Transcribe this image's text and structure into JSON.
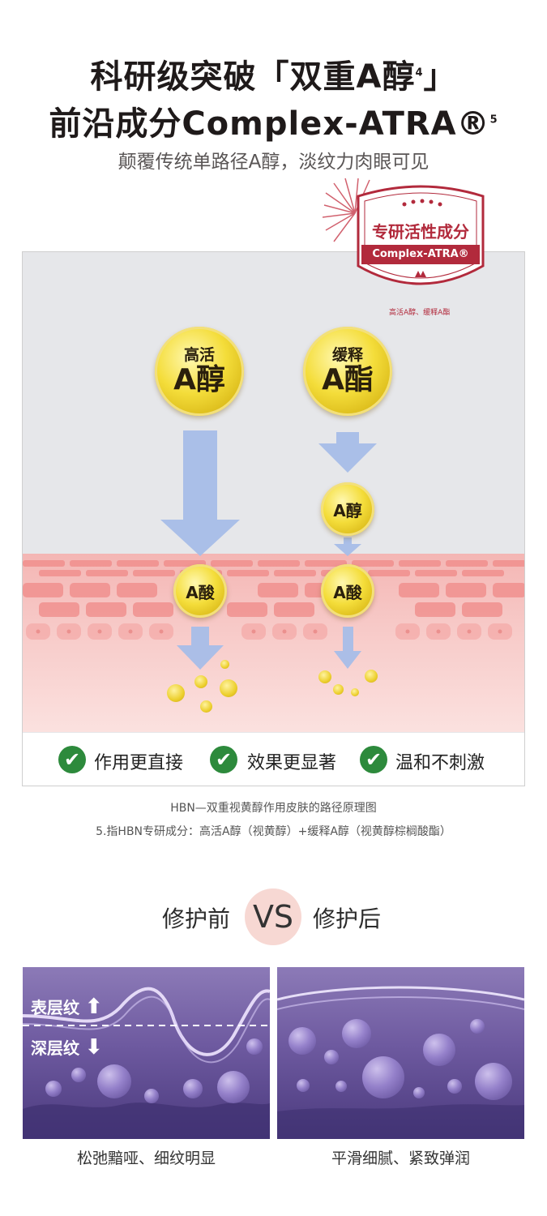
{
  "header": {
    "title_line1": "科研级突破「双重A醇",
    "title_line1_sup": "4",
    "title_line1_end": "」",
    "title_line2": "前沿成分Complex-ATRA®",
    "title_line2_sup": "5",
    "subtitle": "颠覆传统单路径A醇，淡纹力肉眼可见"
  },
  "badge": {
    "title": "专研活性成分",
    "ribbon": "Complex-ATRA®",
    "note": "高活A醇、缓释A酯"
  },
  "diagram": {
    "coin_left_top": "高活",
    "coin_left_bottom": "A醇",
    "coin_right_top": "缓释",
    "coin_right_bottom": "A酯",
    "coin_mid": "A醇",
    "acid_left": "A酸",
    "acid_right": "A酸",
    "features": [
      "作用更直接",
      "效果更显著",
      "温和不刺激"
    ]
  },
  "captions": {
    "line1": "HBN—双重视黄醇作用皮肤的路径原理图",
    "line2": "5.指HBN专研成分：高活A醇（视黄醇）+缓释A醇（视黄醇棕榈酸酯）"
  },
  "compare": {
    "before": "修护前",
    "vs": "VS",
    "after": "修护后",
    "surface_label": "表层纹",
    "deep_label": "深层纹",
    "before_caption": "松弛黯哑、细纹明显",
    "after_caption": "平滑细腻、紧致弹润"
  },
  "colors": {
    "title": "#1f1a1a",
    "badge_red": "#b22a3c",
    "arrow_blue": "#a7bde8",
    "check_green": "#2d8a3c",
    "panel_purple": "#6e5aa0"
  }
}
